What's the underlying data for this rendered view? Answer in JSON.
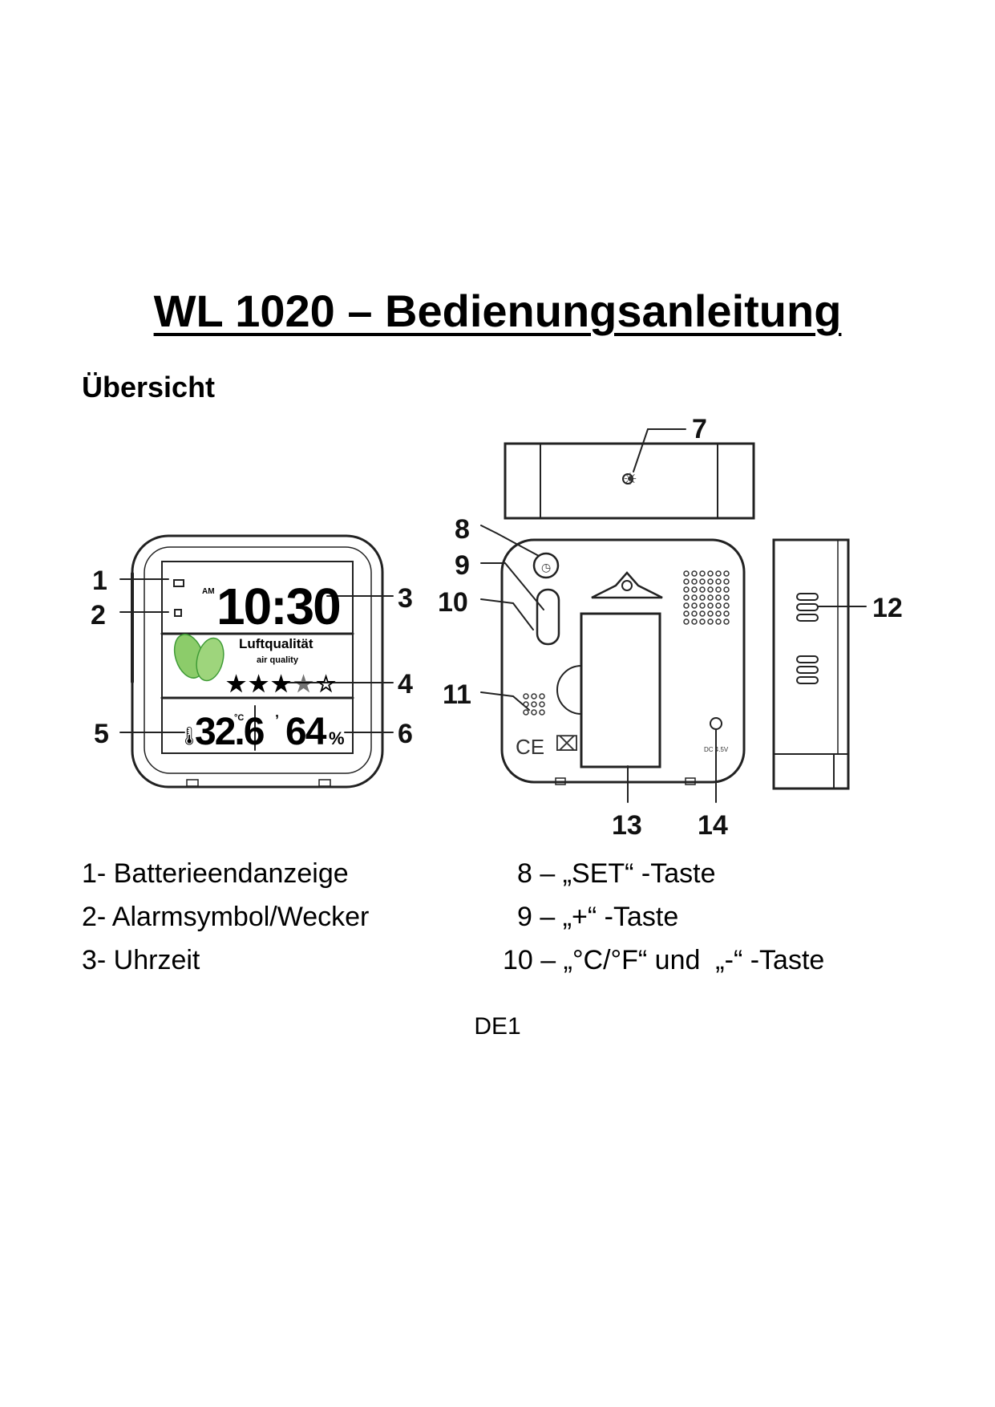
{
  "title": "WL 1020 – Bedienungsanleitung",
  "section_heading": "Übersicht",
  "figure": {
    "callouts": [
      "1",
      "2",
      "3",
      "4",
      "5",
      "6",
      "7",
      "8",
      "9",
      "10",
      "11",
      "12",
      "13",
      "14"
    ],
    "lcd": {
      "time_prefix": "AM",
      "time": "10:30",
      "air_quality_label": "Luftqualität",
      "air_quality_sublabel": "air quality",
      "rating": 3.5,
      "rating_max": 5,
      "temperature": "32.6",
      "temperature_unit": "°C",
      "humidity": "64",
      "humidity_unit": "%"
    },
    "dc_label": "DC 4.5V",
    "colors": {
      "leaf": "#8ccc6a",
      "leaf_dark": "#3f9b36"
    }
  },
  "legend": {
    "left": [
      "1- Batterieendanzeige",
      "2- Alarmsymbol/Wecker",
      "3- Uhrzeit"
    ],
    "right": [
      "8 – „SET“ -Taste",
      "9 – „+“ -Taste",
      "10 – „°C/°F“ und  „-“ -Taste"
    ]
  },
  "page_label": "DE1"
}
